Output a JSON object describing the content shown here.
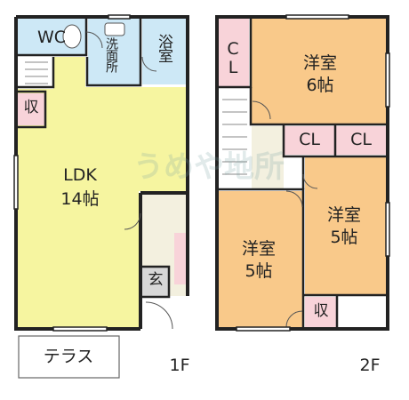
{
  "floor1": {
    "wc": "WC",
    "washroom": "洗面所",
    "bath": "浴室",
    "storage": "収",
    "ldk_name": "LDK",
    "ldk_size": "14帖",
    "entrance": "玄",
    "terrace": "テラス",
    "floor_label": "1F"
  },
  "floor2": {
    "closet_top": "CL",
    "room_top_name": "洋室",
    "room_top_size": "6帖",
    "closet_mid_left": "CL",
    "closet_mid_right": "CL",
    "room_right_name": "洋室",
    "room_right_size": "5帖",
    "room_left_name": "洋室",
    "room_left_size": "5帖",
    "storage": "収",
    "floor_label": "2F"
  },
  "watermark": "うめや地所",
  "colors": {
    "ldk_fill": "#f6f5a0",
    "room_fill": "#f9c98a",
    "closet_fill": "#f8d3d9",
    "wet_fill": "#cde8f6",
    "neutral_fill": "#f3f0df",
    "wall": "#222222"
  }
}
